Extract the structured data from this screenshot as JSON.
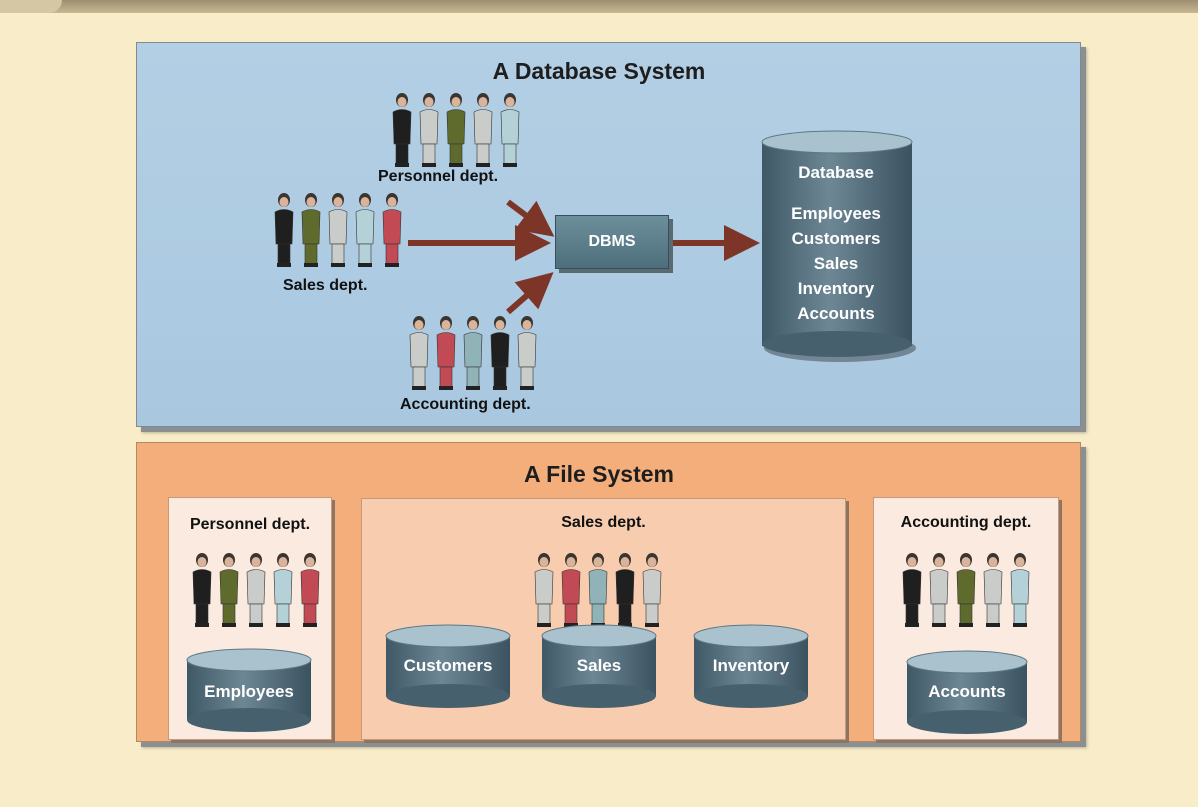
{
  "database_system": {
    "title": "A Database System",
    "groups": {
      "personnel": "Personnel dept.",
      "sales": "Sales dept.",
      "accounting": "Accounting dept."
    },
    "dbms": "DBMS",
    "database": {
      "title": "Database",
      "items": [
        "Employees",
        "Customers",
        "Sales",
        "Inventory",
        "Accounts"
      ]
    }
  },
  "file_system": {
    "title": "A File System",
    "departments": {
      "personnel": {
        "label": "Personnel dept.",
        "files": [
          "Employees"
        ]
      },
      "sales": {
        "label": "Sales dept.",
        "files": [
          "Customers",
          "Sales",
          "Inventory"
        ]
      },
      "accounting": {
        "label": "Accounting dept.",
        "files": [
          "Accounts"
        ]
      }
    }
  },
  "colors": {
    "background": "#f9ecc8",
    "db_panel": "#aecce2",
    "fs_panel": "#f4ae7c",
    "cylinder": "#5e7785",
    "arrow": "#7d3528",
    "dbms_box": "#5d7f8c"
  }
}
